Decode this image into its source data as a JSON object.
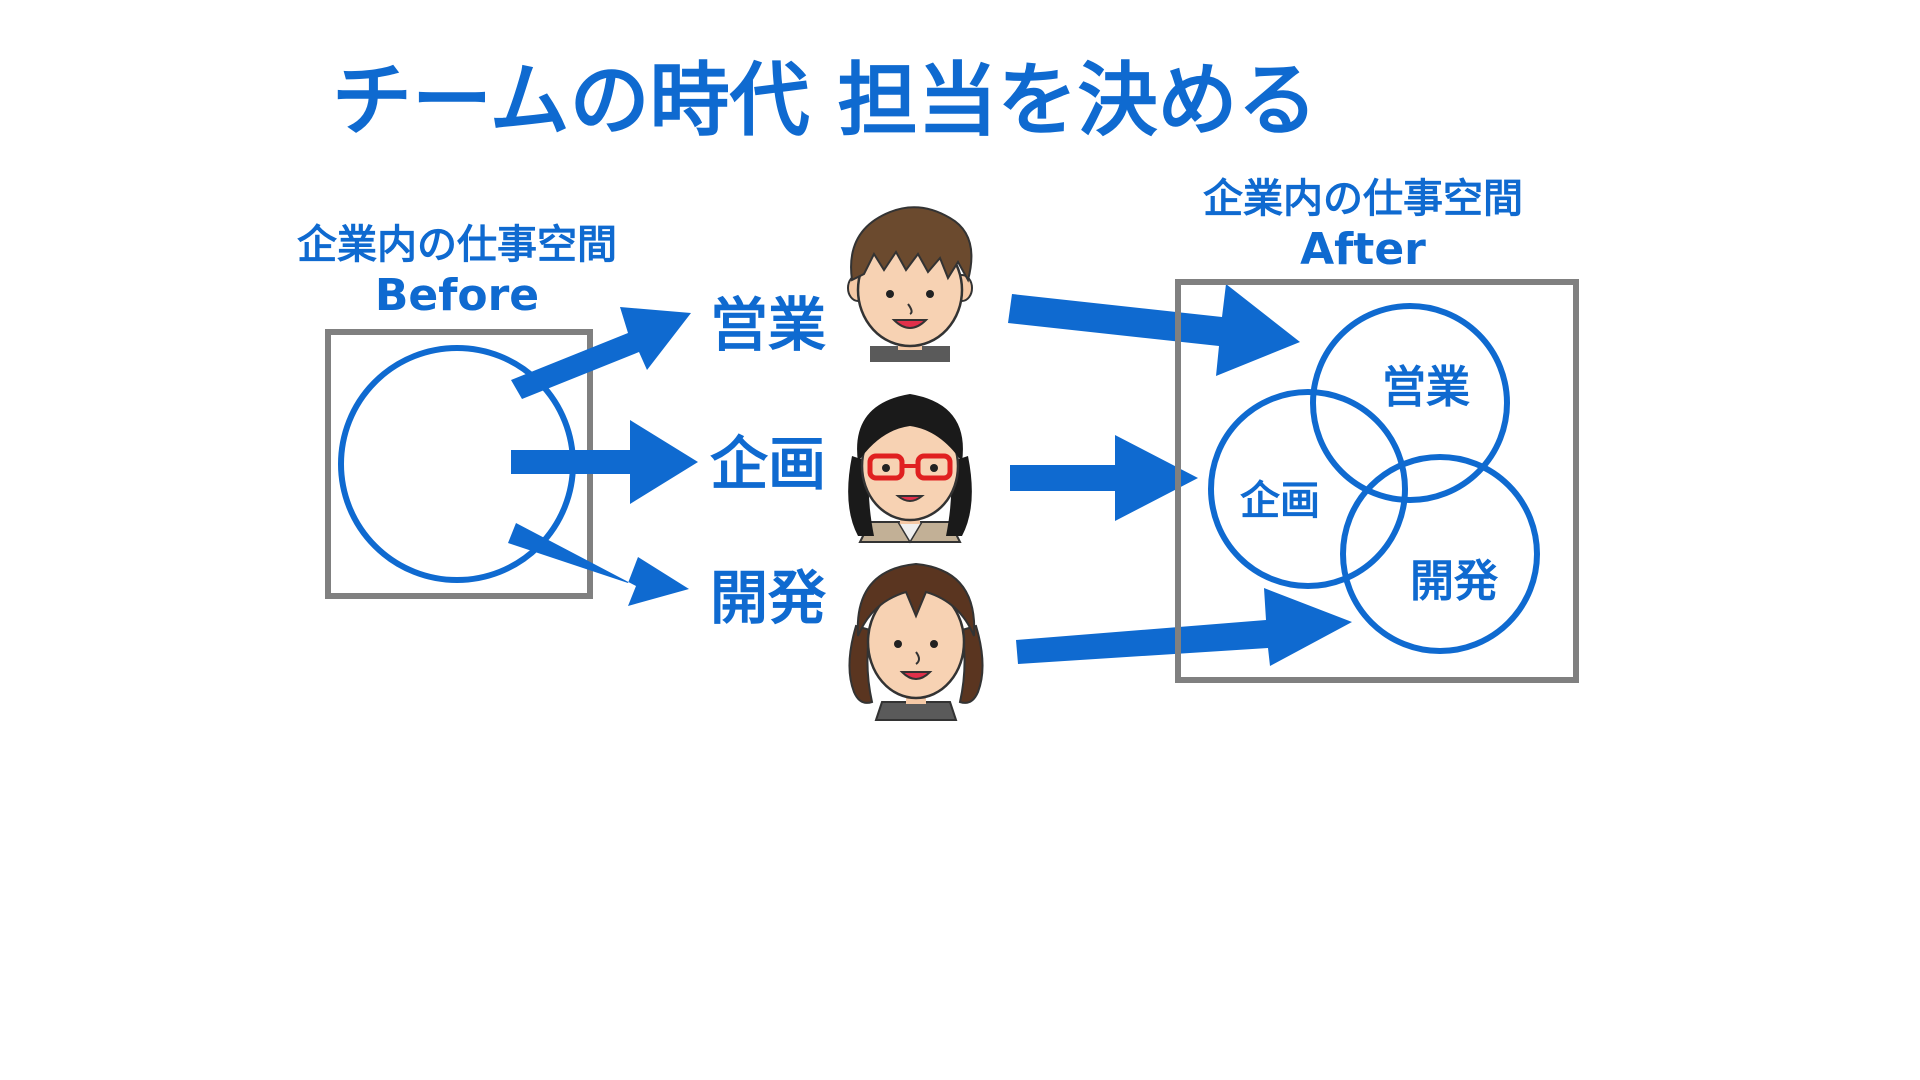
{
  "colors": {
    "accent": "#0f6ad0",
    "box_border": "#808080",
    "background": "#ffffff"
  },
  "title": "チームの時代 担当を決める",
  "before": {
    "heading": "企業内の仕事空間",
    "label": "Before"
  },
  "after": {
    "heading": "企業内の仕事空間",
    "label": "After",
    "circle_labels": {
      "sales": "営業",
      "planning": "企画",
      "development": "開発"
    }
  },
  "roles": [
    {
      "label": "営業",
      "icon": "person-brown-hair-icon"
    },
    {
      "label": "企画",
      "icon": "person-glasses-icon"
    },
    {
      "label": "開発",
      "icon": "person-long-hair-icon"
    }
  ]
}
